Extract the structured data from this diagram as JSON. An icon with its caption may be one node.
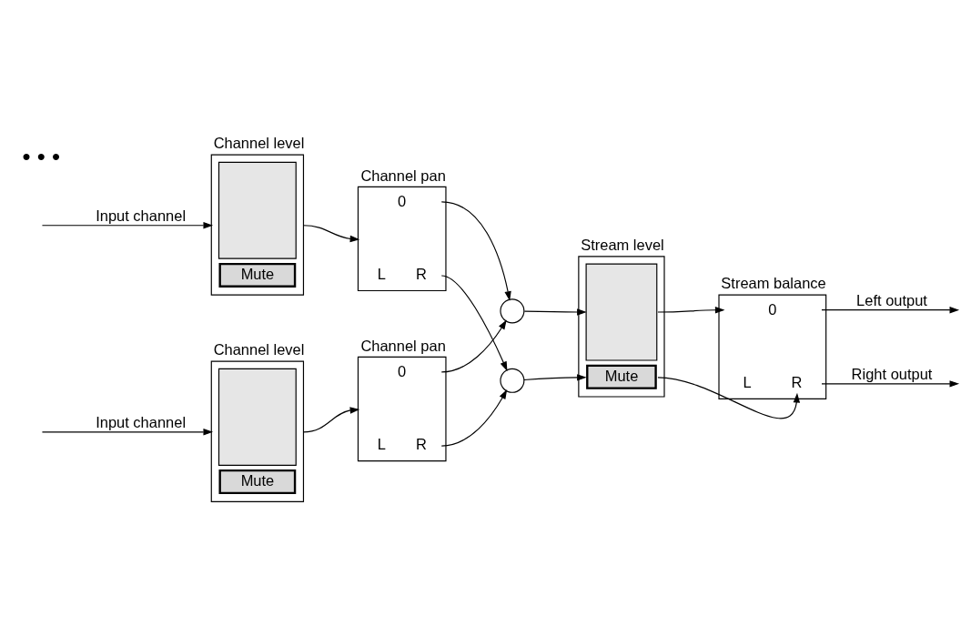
{
  "diagram": {
    "nodes": [
      {
        "text": [
          "Channel level",
          "Mute"
        ]
      },
      {
        "text": [
          "Channel pan",
          "0",
          "L",
          "R"
        ]
      },
      {
        "text": [],
        "shape": "circle"
      },
      {
        "text": [],
        "shape": "circle"
      },
      {
        "text": [
          "Stream level",
          "Mute"
        ]
      },
      {
        "text": [
          "Stream balance",
          "0",
          "L",
          "R"
        ]
      },
      {
        "text": [
          "Channel level",
          "Mute"
        ]
      },
      {
        "text": [
          "Channel pan",
          "0",
          "L",
          "R"
        ]
      }
    ],
    "edges": [
      {
        "from": null,
        "to": 0,
        "arrow": "to",
        "label": "Input channel"
      },
      {
        "from": 0,
        "to": 1,
        "arrow": "to"
      },
      {
        "from": 1,
        "to": 2,
        "arrow": "to"
      },
      {
        "from": 1,
        "to": 3,
        "arrow": "to"
      },
      {
        "from": 2,
        "to": 4,
        "arrow": "to"
      },
      {
        "from": 3,
        "to": 4,
        "arrow": "to"
      },
      {
        "from": 4,
        "to": 5,
        "arrow": "to"
      },
      {
        "from": 4,
        "to": 5,
        "arrow": "to"
      },
      {
        "from": 5,
        "to": null,
        "arrow": "to",
        "label": "Left output"
      },
      {
        "from": 5,
        "to": null,
        "arrow": "to",
        "label": "Right output"
      },
      {
        "from": null,
        "to": 6,
        "arrow": "to",
        "label": "Input channel"
      },
      {
        "from": 6,
        "to": 7,
        "arrow": "to"
      },
      {
        "from": 7,
        "to": 2,
        "arrow": "to"
      },
      {
        "from": 7,
        "to": 3,
        "arrow": "to"
      }
    ],
    "labels": [
      "• • •"
    ]
  }
}
